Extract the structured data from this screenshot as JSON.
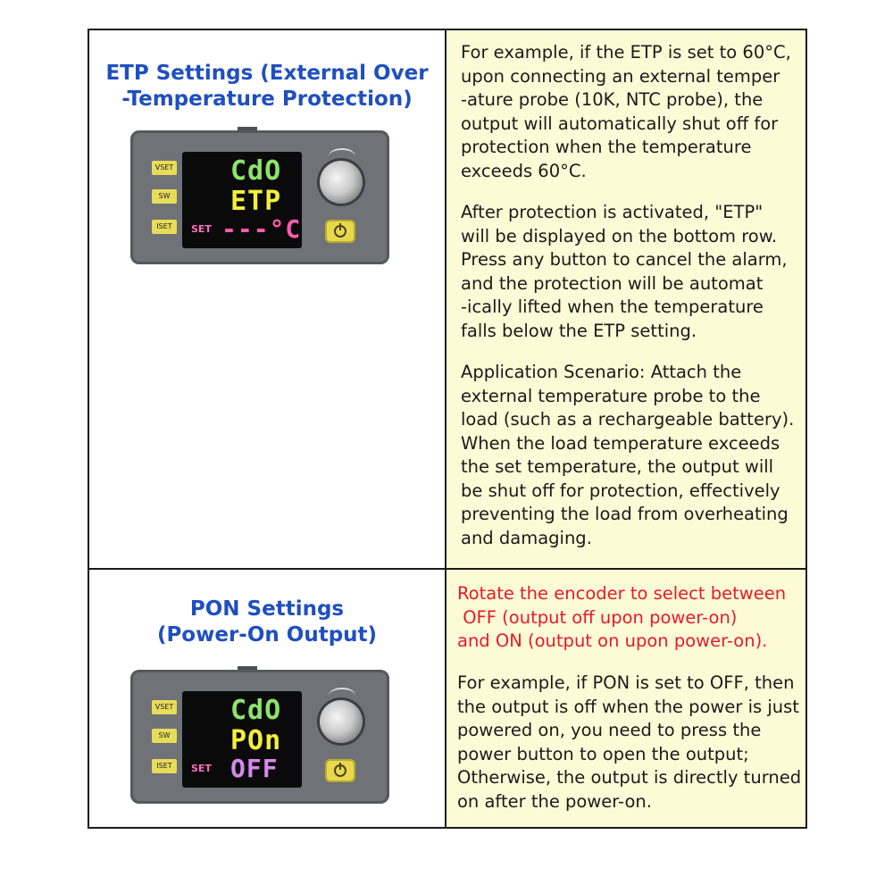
{
  "sections": [
    {
      "heading_lines": [
        "ETP Settings (External Over",
        "-Temperature Protection)"
      ],
      "device": {
        "buttons": [
          "VSET",
          "SW",
          "ISET"
        ],
        "set_label": "SET",
        "row1": "CdO",
        "row2": "ETP",
        "row3": "---°C"
      },
      "paragraphs": [
        [
          "For example, if the ETP is set to 60°C,",
          "upon connecting an external temper",
          "-ature probe (10K, NTC probe), the",
          "output will automatically shut off for",
          "protection when the temperature",
          "exceeds 60°C."
        ],
        [
          "After protection is activated, \"ETP\"",
          "will be displayed on the bottom row.",
          "Press any button to cancel the alarm,",
          "and the protection will be automat",
          "-ically lifted when the temperature",
          "falls below the ETP setting."
        ],
        [
          "Application Scenario: Attach the",
          "external temperature probe to the",
          "load (such as a rechargeable battery).",
          "When the load temperature exceeds",
          "the set temperature, the output will",
          "be shut off for protection, effectively",
          "preventing the load from overheating",
          "and damaging."
        ]
      ]
    },
    {
      "heading_lines": [
        "PON Settings",
        "(Power-On Output)"
      ],
      "device": {
        "buttons": [
          "VSET",
          "SW",
          "ISET"
        ],
        "set_label": "SET",
        "row1": "CdO",
        "row2": "POn",
        "row3": "OFF"
      },
      "red_lines": [
        "Rotate the encoder to select between",
        " OFF (output off upon power-on)",
        "and ON (output on upon power-on)."
      ],
      "paragraphs": [
        [
          "For example, if PON is set to OFF, then",
          "the output is off when the power is just",
          "powered on, you need to press the",
          "power button to open the output;",
          "Otherwise, the output is directly turned",
          "on after the power-on."
        ]
      ]
    }
  ],
  "colors": {
    "heading": "#1f4fbf",
    "highlight": "#e8192c",
    "right_cell_bg": "#fdfbd6"
  }
}
